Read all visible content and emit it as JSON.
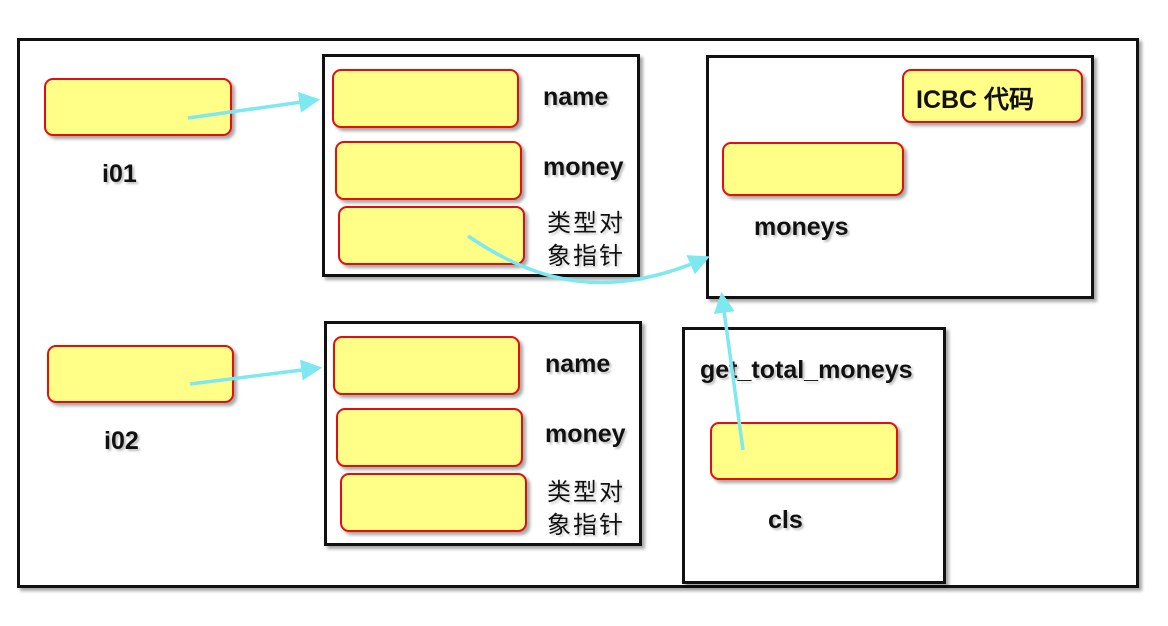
{
  "instance_1": {
    "label": "i01",
    "fields": {
      "name": "name",
      "money": "money",
      "type_pointer": "类型对象指针"
    }
  },
  "instance_2": {
    "label": "i02",
    "fields": {
      "name": "name",
      "money": "money",
      "type_pointer": "类型对象指针"
    }
  },
  "class_object": {
    "code": "ICBC 代码",
    "attribute": "moneys"
  },
  "method_frame": {
    "title": "get_total_moneys",
    "param": "cls"
  },
  "colors": {
    "cell_fill": "#ffff88",
    "cell_border": "#e01010",
    "arrow": "#7ee8f0",
    "frame": "#111111"
  }
}
